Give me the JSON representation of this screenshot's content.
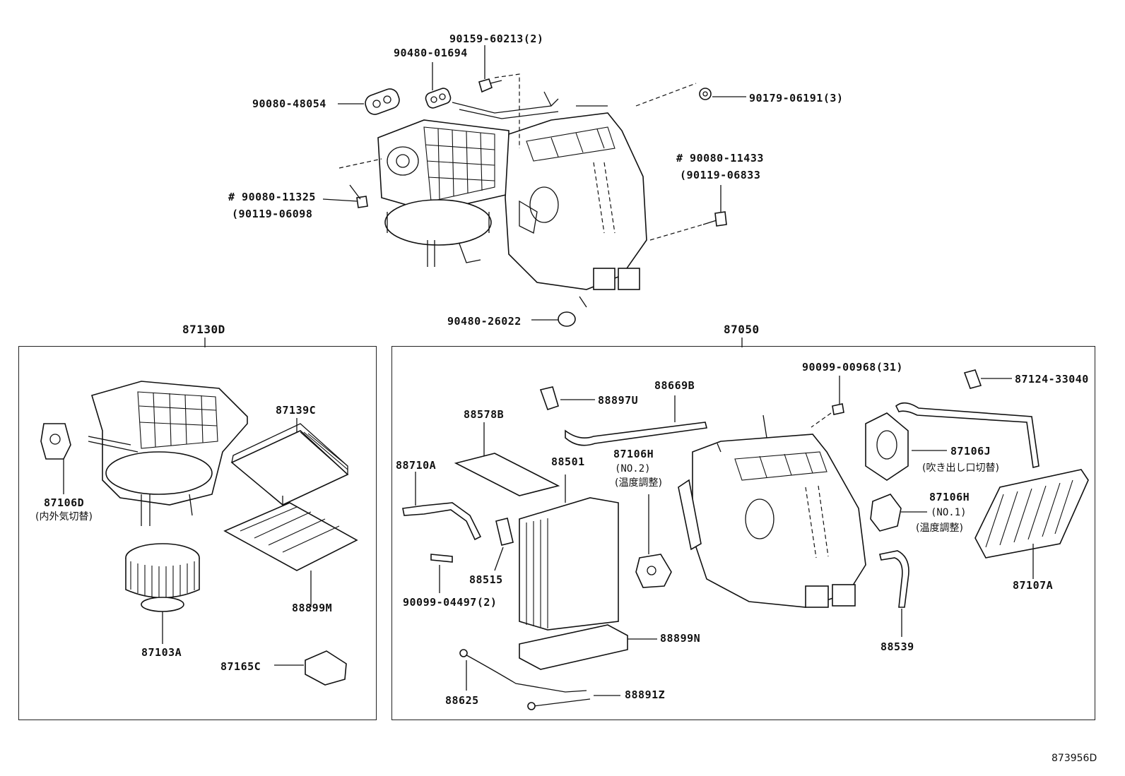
{
  "groups": {
    "blower_unit": {
      "label": "87130D"
    },
    "heater_case": {
      "label": "87050"
    }
  },
  "top_assembly": [
    {
      "id": "p-90159-60213",
      "text": "90159-60213(2)"
    },
    {
      "id": "p-90480-01694",
      "text": "90480-01694"
    },
    {
      "id": "p-90080-48054",
      "text": "90080-48054"
    },
    {
      "id": "p-90179-06191",
      "text": "90179-06191(3)"
    },
    {
      "id": "p-90080-11433",
      "text": "# 90080-11433"
    },
    {
      "id": "p-90119-06833",
      "text": "(90119-06833"
    },
    {
      "id": "p-90080-11325",
      "text": "# 90080-11325"
    },
    {
      "id": "p-90119-06098",
      "text": "(90119-06098"
    },
    {
      "id": "p-90480-26022",
      "text": "90480-26022"
    }
  ],
  "blower_parts": [
    {
      "id": "p-87106D",
      "text": "87106D",
      "note": "(内外気切替)"
    },
    {
      "id": "p-87139C",
      "text": "87139C"
    },
    {
      "id": "p-88899M",
      "text": "88899M"
    },
    {
      "id": "p-87103A",
      "text": "87103A"
    },
    {
      "id": "p-87165C",
      "text": "87165C"
    }
  ],
  "case_parts": [
    {
      "id": "p-90099-00968",
      "text": "90099-00968(31)"
    },
    {
      "id": "p-87124-33040",
      "text": "87124-33040"
    },
    {
      "id": "p-88669B",
      "text": "88669B"
    },
    {
      "id": "p-88897U",
      "text": "88897U"
    },
    {
      "id": "p-88578B",
      "text": "88578B"
    },
    {
      "id": "p-88710A",
      "text": "88710A"
    },
    {
      "id": "p-88501",
      "text": "88501"
    },
    {
      "id": "p-87106H-no2",
      "text": "87106H",
      "sub": "(NO.2)",
      "note": "(温度調整)"
    },
    {
      "id": "p-87106J",
      "text": "87106J",
      "note": "(吹き出し口切替)"
    },
    {
      "id": "p-87106H-no1",
      "text": "87106H",
      "sub": "(NO.1)",
      "note": "(温度調整)"
    },
    {
      "id": "p-88515",
      "text": "88515"
    },
    {
      "id": "p-90099-04497",
      "text": "90099-04497(2)"
    },
    {
      "id": "p-88899N",
      "text": "88899N"
    },
    {
      "id": "p-88539",
      "text": "88539"
    },
    {
      "id": "p-87107A",
      "text": "87107A"
    },
    {
      "id": "p-88625",
      "text": "88625"
    },
    {
      "id": "p-88891Z",
      "text": "88891Z"
    }
  ],
  "footer": {
    "code": "873956D"
  }
}
